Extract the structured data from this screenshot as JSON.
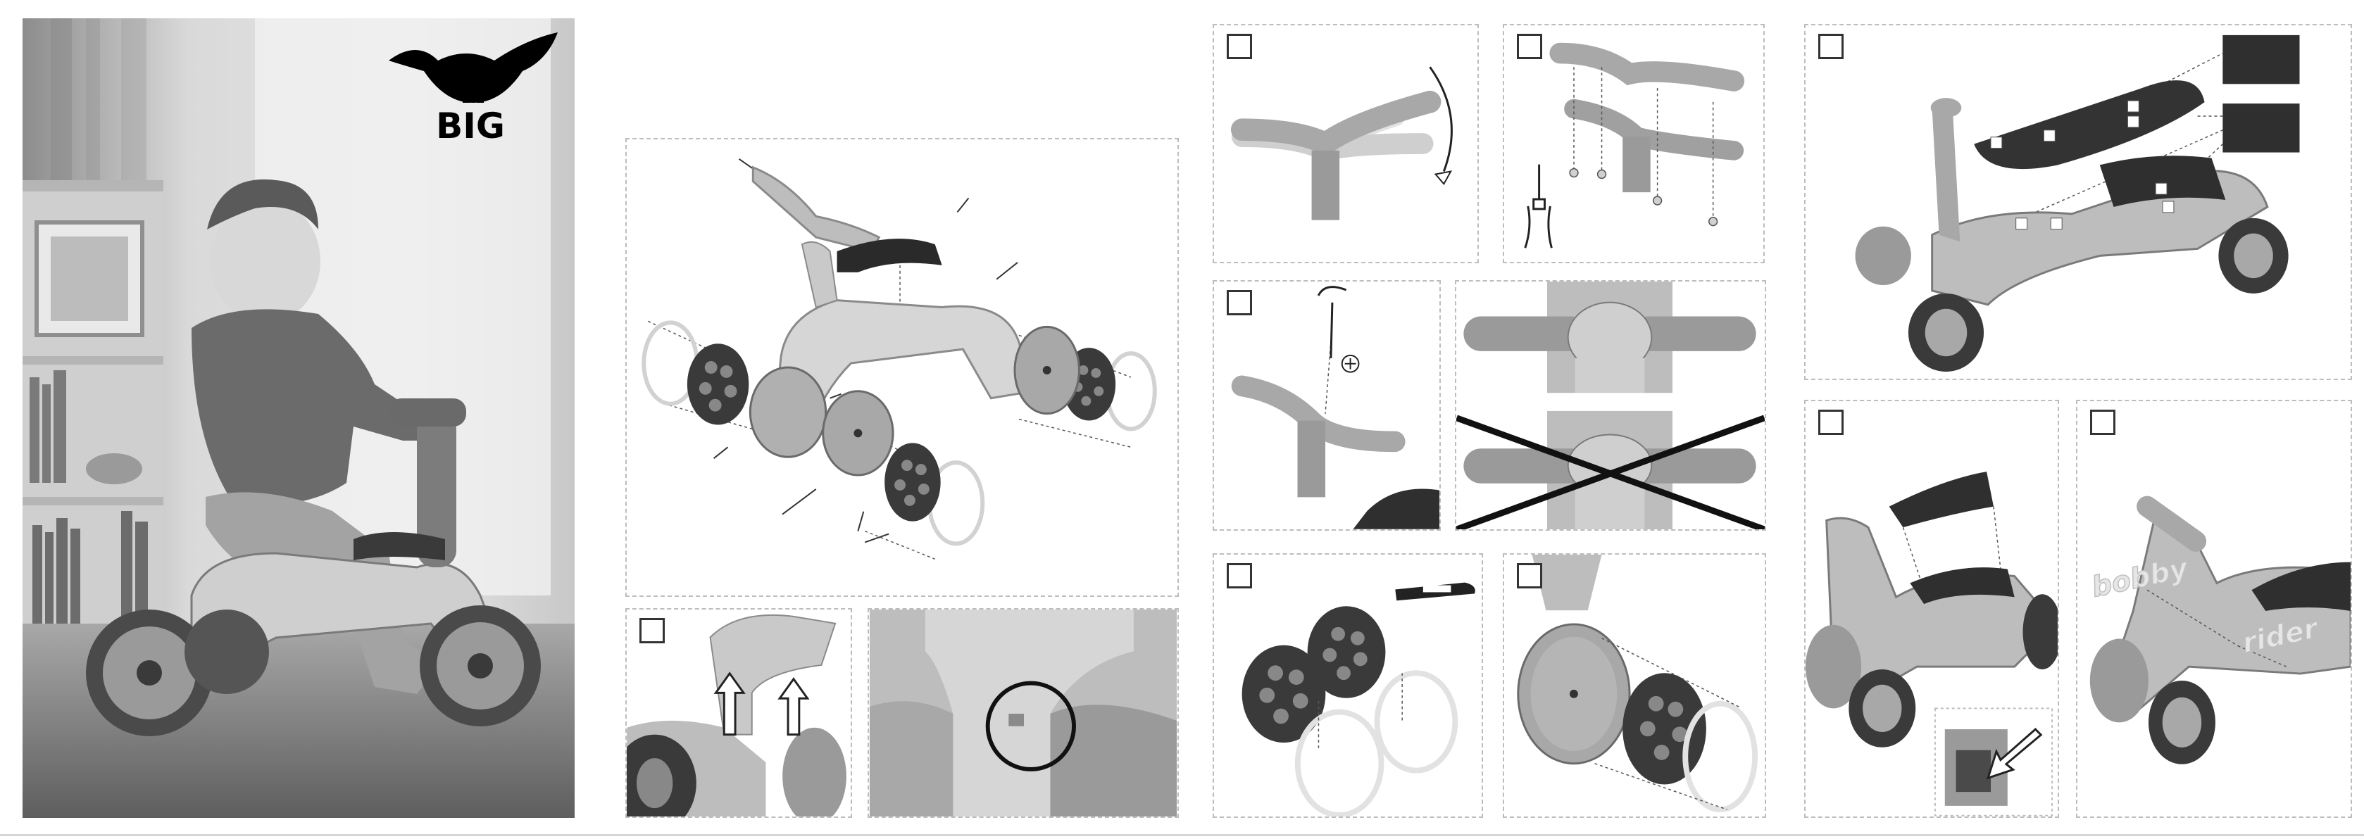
{
  "brand": {
    "logo_text": "BIG"
  },
  "panels": {
    "photo": {
      "kind": "product-photo"
    },
    "exploded": {
      "kind": "exploded-view"
    },
    "step_a": {
      "kind": "handlebar-rotate"
    },
    "step_b": {
      "kind": "handlebar-screws"
    },
    "step_c": {
      "kind": "handlebar-screwdriver"
    },
    "check": {
      "kind": "correct-vs-wrong"
    },
    "step_d": {
      "kind": "wheels-tire"
    },
    "step_e": {
      "kind": "wheel-mount"
    },
    "step_f": {
      "kind": "velcro-seat"
    },
    "step_g": {
      "kind": "seat-attach"
    },
    "step_h": {
      "kind": "sticker-apply"
    },
    "detail_1": {
      "kind": "axle-arrows"
    },
    "detail_2": {
      "kind": "circle-detail"
    }
  },
  "stickers": {
    "left": "bobby",
    "right": "rider"
  },
  "colors": {
    "ink": "#222222",
    "body_gray": "#9a9a9a",
    "light_gray": "#d2d2d2",
    "dark_gray": "#3a3a3a",
    "rule": "#d6d6d6"
  },
  "icons": [
    "bull-logo-icon",
    "arrow-up-icon",
    "arrow-curve-icon",
    "cross-icon",
    "circle-highlight-icon",
    "screwdriver-icon",
    "cutter-knife-icon",
    "plus-circle-icon",
    "arrow-diagonal-icon"
  ]
}
